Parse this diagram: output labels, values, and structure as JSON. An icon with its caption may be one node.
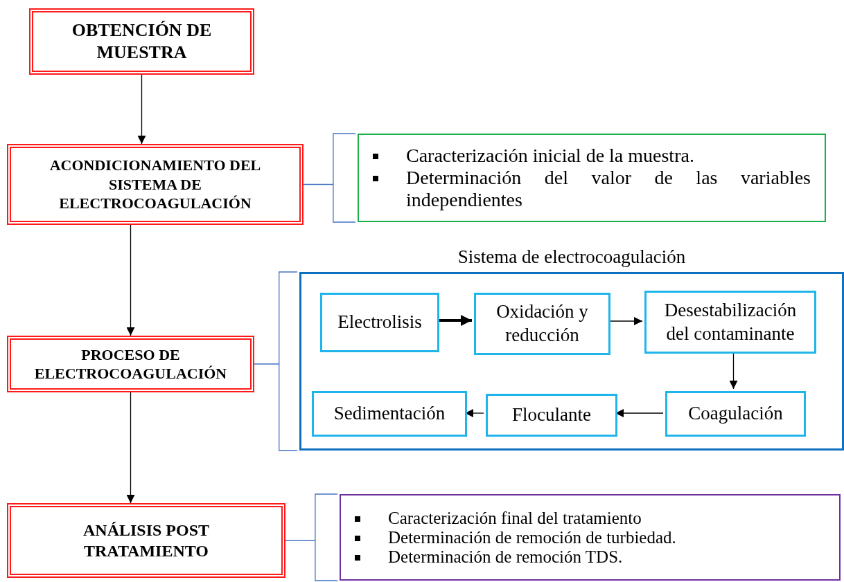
{
  "diagram": {
    "nodes": [
      {
        "text": [
          "OBTENCIÓN DE MUESTRA"
        ]
      },
      {
        "text": [
          "ACONDICIONAMIENTO DEL SISTEMA DE ELECTROCOAGULACIÓN"
        ]
      },
      {
        "text": [
          "Caracterización inicial de la muestra.",
          "Determinación del valor de las variables independientes"
        ]
      },
      {
        "text": [
          "PROCESO DE ELECTROCOAGULACIÓN"
        ]
      },
      {
        "text": [
          "Sistema de electrocoagulación"
        ]
      },
      {
        "text": [
          "Electrolisis"
        ],
        "in": 4
      },
      {
        "text": [
          "Oxidación y reducción"
        ],
        "in": 4
      },
      {
        "text": [
          "Desestabilización del contaminante"
        ],
        "in": 4
      },
      {
        "text": [
          "Sedimentación"
        ],
        "in": 4
      },
      {
        "text": [
          "Floculante"
        ],
        "in": 4
      },
      {
        "text": [
          "Coagulación"
        ],
        "in": 4
      },
      {
        "text": [
          "ANÁLISIS POST TRATAMIENTO"
        ]
      },
      {
        "text": [
          "Caracterización final del tratamiento",
          "Determinación de remoción de turbiedad.",
          "Determinación de remoción TDS."
        ]
      }
    ],
    "edges": [
      {
        "from": 0,
        "to": 1,
        "arrow": "to"
      },
      {
        "from": 1,
        "to": 3,
        "arrow": "to"
      },
      {
        "from": 3,
        "to": 11,
        "arrow": "to"
      },
      {
        "from": 1,
        "to": 2,
        "arrow": "none",
        "color": "#4472c4"
      },
      {
        "from": 3,
        "to": 4,
        "arrow": "none",
        "color": "#4472c4"
      },
      {
        "from": 11,
        "to": 12,
        "arrow": "none",
        "color": "#4472c4"
      },
      {
        "from": 5,
        "to": 6,
        "arrow": "to",
        "style": "thick"
      },
      {
        "from": 6,
        "to": 7,
        "arrow": "to"
      },
      {
        "from": 7,
        "to": 10,
        "arrow": "to"
      },
      {
        "from": 10,
        "to": 9,
        "arrow": "to"
      },
      {
        "from": 9,
        "to": 8,
        "arrow": "to"
      }
    ]
  }
}
